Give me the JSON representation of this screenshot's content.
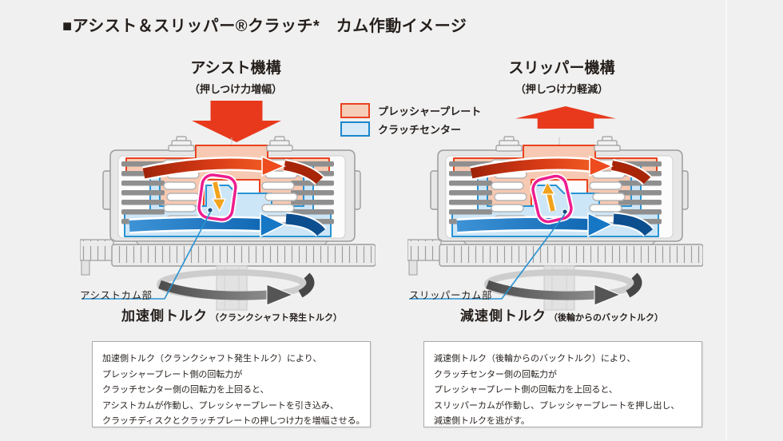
{
  "title": "■アシスト＆スリッパー®クラッチ*　カム作動イメージ",
  "legend": {
    "items": [
      {
        "label": "プレッシャープレート",
        "fill": "#F6CDB6",
        "border": "#E8431F"
      },
      {
        "label": "クラッチセンター",
        "fill": "#D6EAF8",
        "border": "#1B86CC"
      }
    ]
  },
  "assist": {
    "heading": "アシスト機構",
    "subheading": "（押しつけ力増幅）",
    "force_arrow_direction": "down",
    "cam_label": "アシストカム部",
    "torque_label": "加速側トルク",
    "torque_note": "（クランクシャフト発生トルク）",
    "description_lines": [
      "加速側トルク（クランクシャフト発生トルク）により、",
      "プレッシャープレート側の回転力が",
      "クラッチセンター側の回転力を上回ると、",
      "アシストカムが作動し、プレッシャープレートを引き込み、",
      "クラッチディスクとクラッチプレートの押しつけ力を増幅させる。"
    ]
  },
  "slipper": {
    "heading": "スリッパー機構",
    "subheading": "（押しつけ力軽減）",
    "force_arrow_direction": "up",
    "cam_label": "スリッパーカム部",
    "torque_label": "減速側トルク",
    "torque_note": "（後輪からのバックトルク）",
    "description_lines": [
      "減速側トルク（後輪からのバックトルク）により、",
      "クラッチセンター側の回転力が",
      "プレッシャープレート側の回転力を上回ると、",
      "スリッパーカムが作動し、プレッシャープレートを押し出し、",
      "減速側トルクを逃がす。"
    ]
  },
  "colors": {
    "background": "#F0F0F0",
    "accent_red": "#E8391C",
    "pressure_plate_fill": "#F7C9B2",
    "pressure_plate_stroke": "#E8431F",
    "clutch_center_fill": "#CDE6F7",
    "clutch_center_stroke": "#2893D4",
    "cam_highlight_pink": "#EE1D8E",
    "cam_arrow_orange": "#F2A31B",
    "text": "#251F1C"
  }
}
